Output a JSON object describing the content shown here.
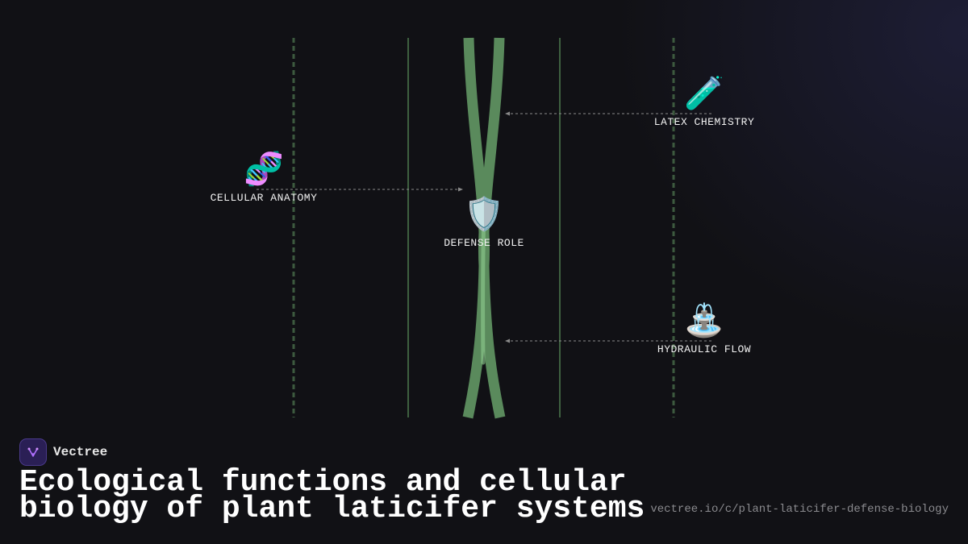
{
  "nodes": [
    {
      "id": "latex",
      "emoji": "🧪",
      "icon": "test-tube-icon",
      "label": "LATEX CHEMISTRY"
    },
    {
      "id": "cellular",
      "emoji": "🧬",
      "icon": "dna-icon",
      "label": "CELLULAR ANATOMY"
    },
    {
      "id": "defense",
      "emoji": "🛡️",
      "icon": "shield-icon",
      "label": "DEFENSE ROLE"
    },
    {
      "id": "hydraulic",
      "emoji": "⛲",
      "icon": "fountain-icon",
      "label": "HYDRAULIC FLOW"
    }
  ],
  "brand": {
    "name": "Vectree"
  },
  "title": "Ecological functions and cellular biology of plant laticifer systems",
  "url": "vectree.io/c/plant-laticifer-defense-biology",
  "colors": {
    "background": "#111115",
    "stem": "#5a8a5c",
    "stem_highlight": "#8fcf8f",
    "guide_line": "#4d7a4f",
    "arrow": "#8a8a8a",
    "brand_logo": "#2a1f55"
  }
}
